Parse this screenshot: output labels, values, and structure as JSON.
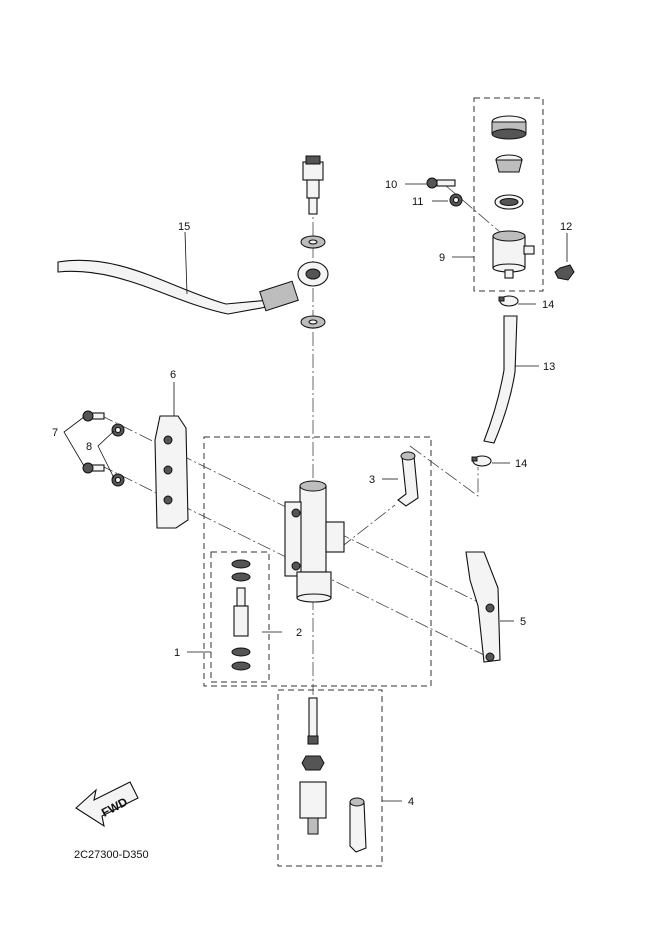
{
  "diagram": {
    "code": "2C27300-D350",
    "fwd_label": "FWD",
    "callouts": [
      {
        "id": "c1",
        "text": "1"
      },
      {
        "id": "c2",
        "text": "2"
      },
      {
        "id": "c3",
        "text": "3"
      },
      {
        "id": "c4",
        "text": "4"
      },
      {
        "id": "c5",
        "text": "5"
      },
      {
        "id": "c6",
        "text": "6"
      },
      {
        "id": "c7",
        "text": "7"
      },
      {
        "id": "c8",
        "text": "8"
      },
      {
        "id": "c9",
        "text": "9"
      },
      {
        "id": "c10",
        "text": "10"
      },
      {
        "id": "c11",
        "text": "11"
      },
      {
        "id": "c12",
        "text": "12"
      },
      {
        "id": "c13",
        "text": "13"
      },
      {
        "id": "c14a",
        "text": "14"
      },
      {
        "id": "c14b",
        "text": "14"
      },
      {
        "id": "c15",
        "text": "15"
      }
    ]
  }
}
